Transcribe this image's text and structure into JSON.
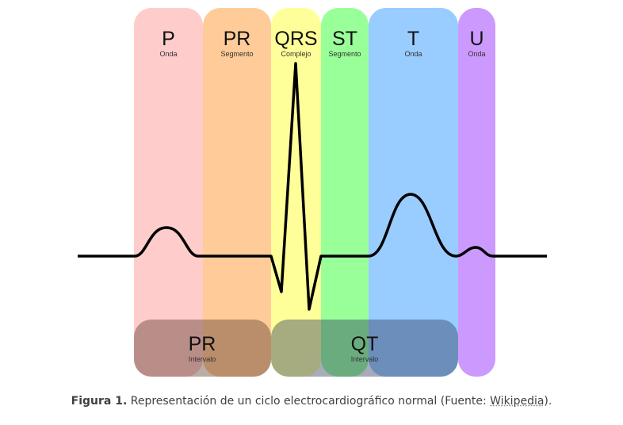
{
  "segments": [
    {
      "label": "P",
      "sub": "Onda",
      "color": "#ffcccc"
    },
    {
      "label": "PR",
      "sub": "Segmento",
      "color": "#ffcc99"
    },
    {
      "label": "QRS",
      "sub": "Complejo",
      "color": "#ffff99"
    },
    {
      "label": "ST",
      "sub": "Segmento",
      "color": "#99ff99"
    },
    {
      "label": "T",
      "sub": "Onda",
      "color": "#99ccff"
    },
    {
      "label": "U",
      "sub": "Onda",
      "color": "#cc99ff"
    }
  ],
  "intervals": [
    {
      "label": "PR",
      "sub": "Intervalo"
    },
    {
      "label": "QT",
      "sub": "Intervalo"
    }
  ],
  "caption": {
    "prefix": "Figura 1.",
    "text": " Representación de un ciclo electrocardiográfico normal (Fuente: ",
    "link": "Wikipedia",
    "suffix": ")."
  }
}
